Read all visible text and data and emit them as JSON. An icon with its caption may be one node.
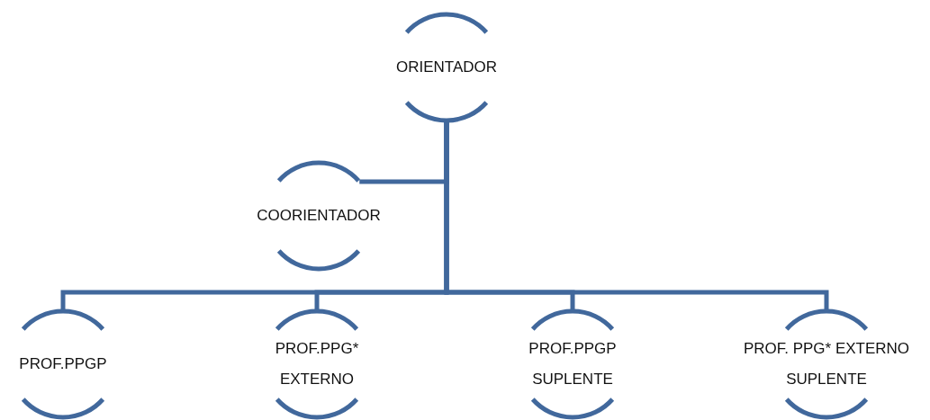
{
  "diagram": {
    "nodes": [
      {
        "text": [
          "ORIENTADOR"
        ]
      },
      {
        "text": [
          "COORIENTADOR"
        ]
      },
      {
        "text": [
          "PROF.PPGP"
        ]
      },
      {
        "text": [
          "PROF.PPG* EXTERNO"
        ]
      },
      {
        "text": [
          "PROF.PPGP SUPLENTE"
        ]
      },
      {
        "text": [
          "PROF. PPG* EXTERNO SUPLENTE"
        ]
      }
    ],
    "edges": [
      {
        "from": 0,
        "to": 1,
        "arrow": "none"
      },
      {
        "from": 0,
        "to": 2,
        "arrow": "none"
      },
      {
        "from": 0,
        "to": 3,
        "arrow": "none"
      },
      {
        "from": 0,
        "to": 4,
        "arrow": "none"
      },
      {
        "from": 0,
        "to": 5,
        "arrow": "none"
      }
    ]
  }
}
